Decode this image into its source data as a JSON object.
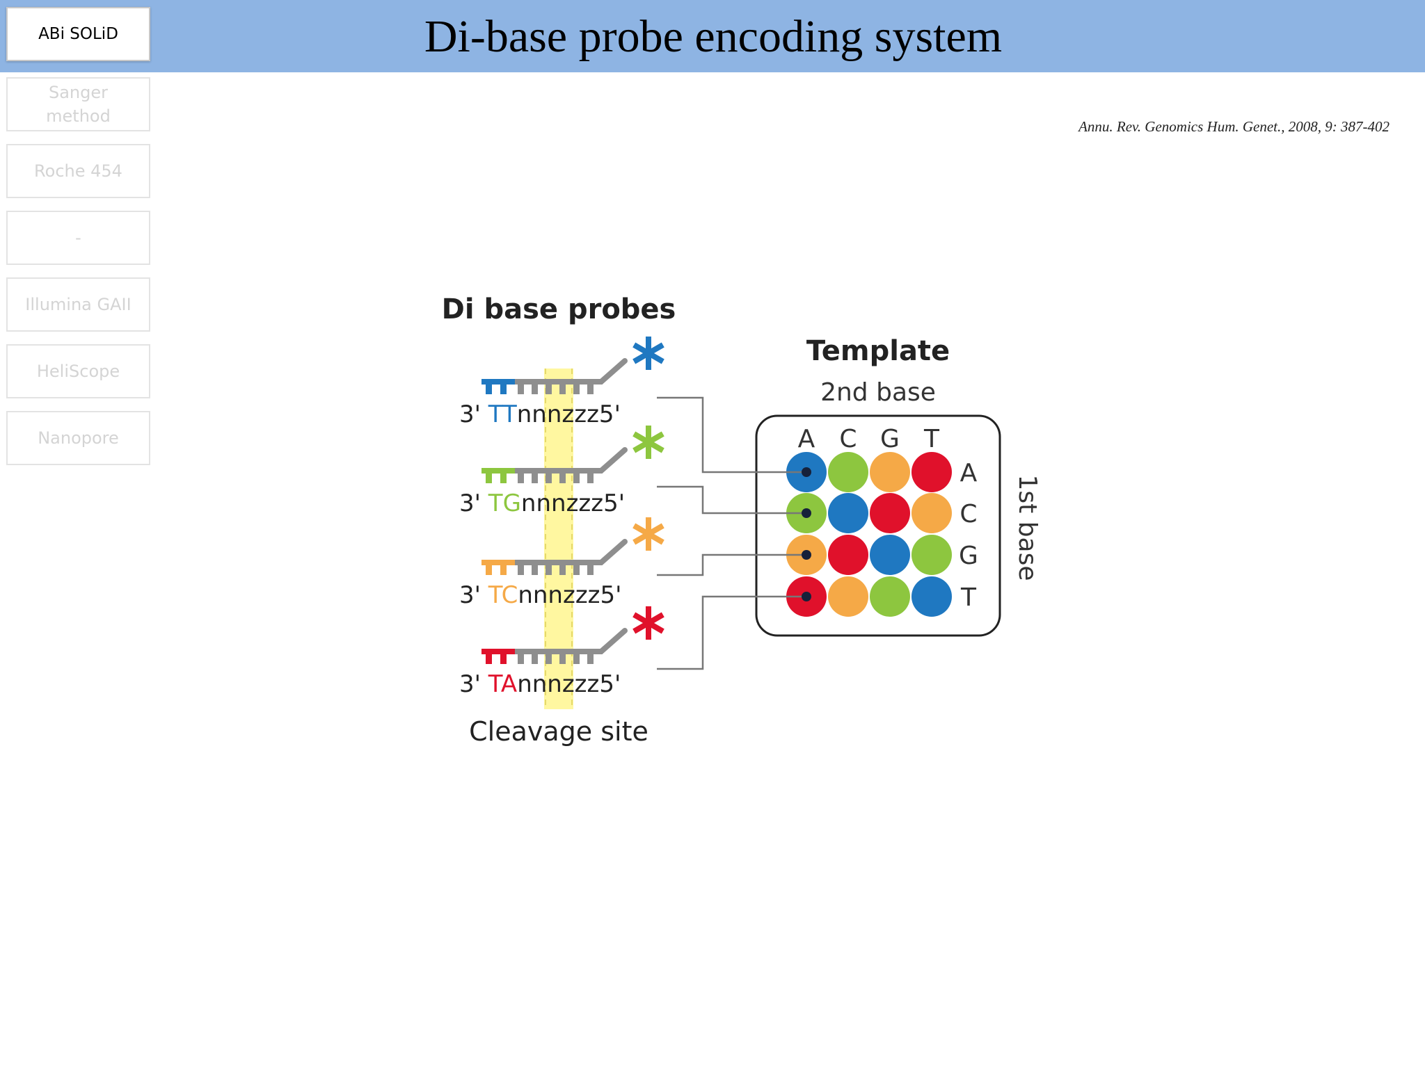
{
  "header": {
    "title": "Di-base probe encoding system"
  },
  "nav": {
    "items": [
      {
        "label": "ABi SOLiD",
        "active": true
      },
      {
        "label": "Sanger method",
        "active": false
      },
      {
        "label": "Roche 454",
        "active": false
      },
      {
        "label": "-",
        "active": false
      },
      {
        "label": "Illumina GAII",
        "active": false
      },
      {
        "label": "HeliScope",
        "active": false
      },
      {
        "label": "Nanopore",
        "active": false
      }
    ]
  },
  "citation": "Annu. Rev. Genomics Hum. Genet., 2008, 9: 387-402",
  "diagram": {
    "probes_title": "Di base probes",
    "cleavage_label": "Cleavage site",
    "template_title": "Template",
    "second_base_label": "2nd base",
    "first_base_label": "1st base",
    "column_bases": [
      "A",
      "C",
      "G",
      "T"
    ],
    "row_bases": [
      "A",
      "C",
      "G",
      "T"
    ],
    "probes": [
      {
        "prefix": "3'",
        "pair": "TT",
        "suffix": "nnnzzz5'",
        "dye": "blue"
      },
      {
        "prefix": "3'",
        "pair": "TG",
        "suffix": "nnnzzz5'",
        "dye": "green"
      },
      {
        "prefix": "3'",
        "pair": "TC",
        "suffix": "nnnzzz5'",
        "dye": "orange"
      },
      {
        "prefix": "3'",
        "pair": "TA",
        "suffix": "nnnzzz5'",
        "dye": "red"
      }
    ],
    "color_matrix": [
      [
        "blue",
        "green",
        "orange",
        "red"
      ],
      [
        "green",
        "blue",
        "red",
        "orange"
      ],
      [
        "orange",
        "red",
        "blue",
        "green"
      ],
      [
        "red",
        "orange",
        "green",
        "blue"
      ]
    ],
    "colors": {
      "blue": "#1f78c1",
      "green": "#8dc63f",
      "orange": "#f5a947",
      "red": "#e0112b",
      "cleavage_highlight": "#fff7a0"
    }
  }
}
